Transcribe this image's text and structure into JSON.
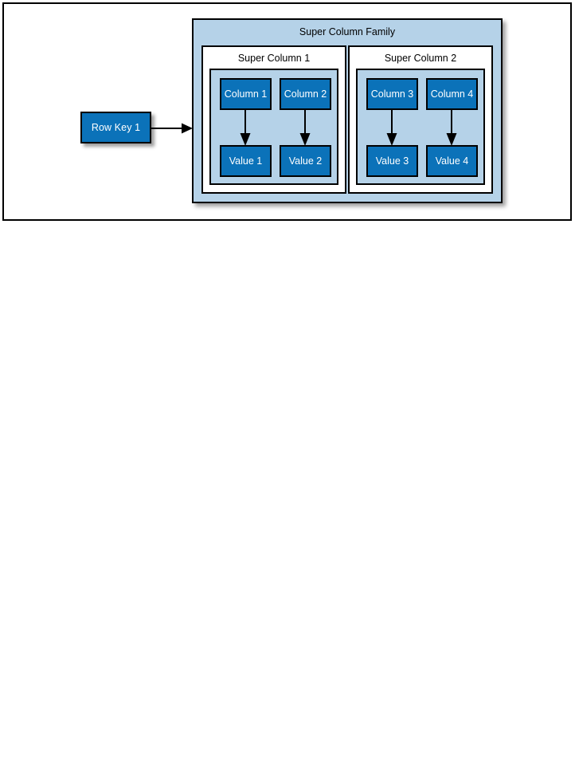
{
  "diagram": {
    "title": "Super Column Family",
    "row_key": {
      "label": "Row Key 1"
    },
    "arrow_row_key_name": "row-key-to-family-arrow",
    "colors": {
      "box_fill": "#0b72b9",
      "panel_fill": "#b5d2e8",
      "group_fill": "#ffffff",
      "border": "#000000",
      "text_on_box": "#ffffff"
    },
    "super_columns": [
      {
        "title": "Super Column 1",
        "columns": [
          "Column 1",
          "Column 2"
        ],
        "values": [
          "Value 1",
          "Value 2"
        ]
      },
      {
        "title": "Super Column 2",
        "columns": [
          "Column 3",
          "Column 4"
        ],
        "values": [
          "Value 3",
          "Value 4"
        ]
      }
    ]
  }
}
